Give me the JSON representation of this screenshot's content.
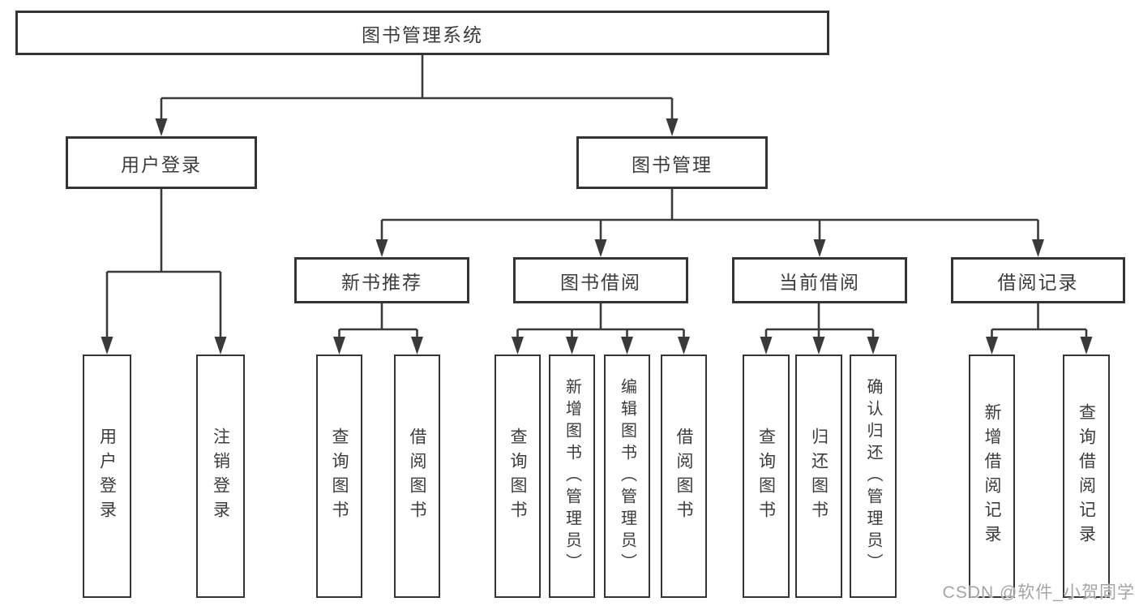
{
  "diagram": {
    "type": "hierarchy-tree",
    "root": {
      "label": "图书管理系统"
    },
    "level2": [
      {
        "label": "用户登录"
      },
      {
        "label": "图书管理"
      }
    ],
    "level3": [
      {
        "label": "新书推荐",
        "parent": "图书管理"
      },
      {
        "label": "图书借阅",
        "parent": "图书管理"
      },
      {
        "label": "当前借阅",
        "parent": "图书管理"
      },
      {
        "label": "借阅记录",
        "parent": "图书管理"
      }
    ],
    "leaves": [
      {
        "label": "用户登录",
        "parent": "用户登录"
      },
      {
        "label": "注销登录",
        "parent": "用户登录"
      },
      {
        "label": "查询图书",
        "parent": "新书推荐"
      },
      {
        "label": "借阅图书",
        "parent": "新书推荐"
      },
      {
        "label": "查询图书",
        "parent": "图书借阅"
      },
      {
        "label": "新增图书（管理员）",
        "parent": "图书借阅"
      },
      {
        "label": "编辑图书（管理员）",
        "parent": "图书借阅"
      },
      {
        "label": "借阅图书",
        "parent": "图书借阅"
      },
      {
        "label": "查询图书",
        "parent": "当前借阅"
      },
      {
        "label": "归还图书",
        "parent": "当前借阅"
      },
      {
        "label": "确认归还（管理员）",
        "parent": "当前借阅"
      },
      {
        "label": "新增借阅记录",
        "parent": "借阅记录"
      },
      {
        "label": "查询借阅记录",
        "parent": "借阅记录"
      }
    ],
    "colors": {
      "line": "#3a3a3a",
      "node_border": "#343434",
      "node_fill": "#ffffff",
      "text": "#3c3c3c",
      "background": "#ffffff"
    }
  },
  "watermark": {
    "text": "CSDN @软件_小贺同学",
    "color": "#a5a5a5"
  }
}
